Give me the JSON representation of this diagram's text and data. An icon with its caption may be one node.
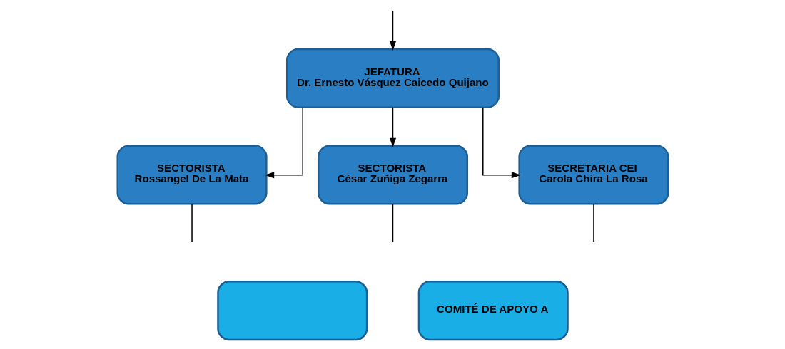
{
  "diagram": {
    "nodes": [
      {
        "text": [
          "JEFATURA",
          "Dr. Ernesto Vásquez Caicedo Quijano"
        ]
      },
      {
        "text": [
          "SECTORISTA",
          "Rossangel De La Mata"
        ]
      },
      {
        "text": [
          "SECTORISTA",
          "César Zuñiga Zegarra"
        ]
      },
      {
        "text": [
          "SECRETARIA CEI",
          "Carola Chira La Rosa"
        ]
      },
      {
        "text": [],
        "shape": "box"
      },
      {
        "text": [
          "COMITÉ DE APOYO A"
        ]
      }
    ],
    "edges": [
      {
        "from": null,
        "to": 0,
        "arrow": "to"
      },
      {
        "from": 0,
        "to": 1,
        "arrow": "to"
      },
      {
        "from": 0,
        "to": 2,
        "arrow": "to"
      },
      {
        "from": 0,
        "to": 3,
        "arrow": "to"
      },
      {
        "from": 1,
        "to": null,
        "arrow": "none"
      },
      {
        "from": 2,
        "to": null,
        "arrow": "none"
      },
      {
        "from": 3,
        "to": null,
        "arrow": "none"
      }
    ]
  }
}
